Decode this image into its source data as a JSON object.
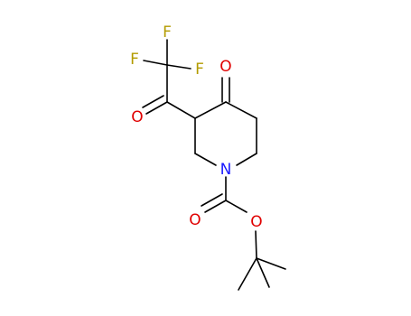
{
  "molecule": {
    "atoms": [
      {
        "id": "f1",
        "symbol": "F",
        "color": "#b39b00"
      },
      {
        "id": "f2",
        "symbol": "F",
        "color": "#b39b00"
      },
      {
        "id": "f3",
        "symbol": "F",
        "color": "#b39b00"
      },
      {
        "id": "o_ketone_ring",
        "symbol": "O",
        "color": "#e00000"
      },
      {
        "id": "o_acyl",
        "symbol": "O",
        "color": "#e00000"
      },
      {
        "id": "n_ring",
        "symbol": "N",
        "color": "#1a1aff"
      },
      {
        "id": "o_carbonyl",
        "symbol": "O",
        "color": "#e00000"
      },
      {
        "id": "o_ester",
        "symbol": "O",
        "color": "#e00000"
      }
    ],
    "bond_color": "#000000"
  }
}
